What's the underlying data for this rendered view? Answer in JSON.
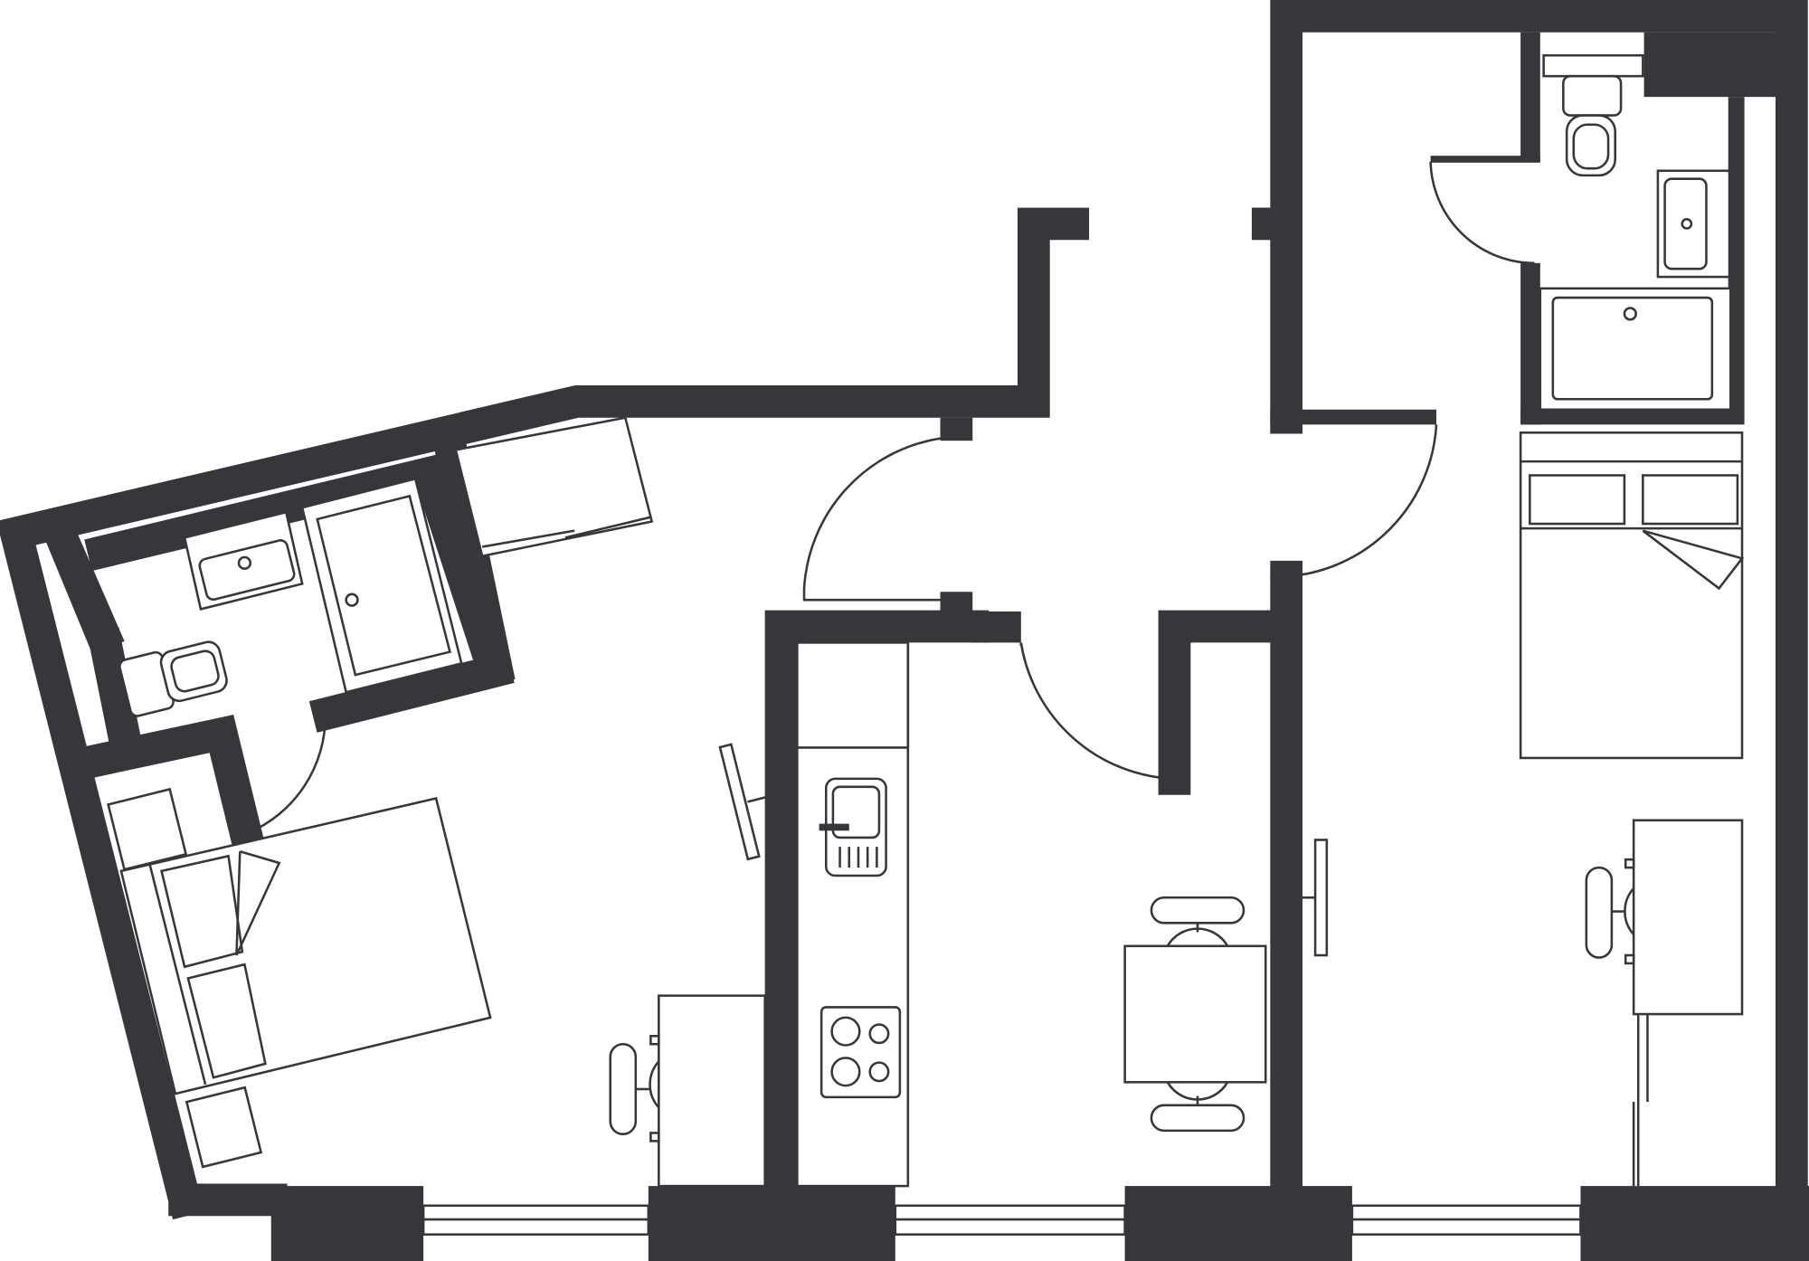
{
  "diagram": {
    "type": "floor-plan",
    "colors": {
      "wall": "#36373a",
      "fixture_line": "#36373a",
      "background": "#ffffff"
    },
    "rooms": [
      {
        "id": "left-studio",
        "fixtures": [
          "double-bed-icon",
          "bedside-table-icon",
          "desk-icon",
          "chair-icon",
          "wardrobe-icon"
        ]
      },
      {
        "id": "left-bathroom",
        "fixtures": [
          "bathtub-icon",
          "basin-icon",
          "toilet-icon"
        ]
      },
      {
        "id": "kitchen",
        "fixtures": [
          "sink-icon",
          "hob-icon",
          "dining-table-icon",
          "chair-icon"
        ]
      },
      {
        "id": "right-studio",
        "fixtures": [
          "double-bed-icon",
          "desk-icon",
          "chair-icon",
          "wardrobe-icon"
        ]
      },
      {
        "id": "right-bathroom",
        "fixtures": [
          "toilet-icon",
          "basin-icon",
          "shower-tray-icon"
        ]
      }
    ]
  }
}
